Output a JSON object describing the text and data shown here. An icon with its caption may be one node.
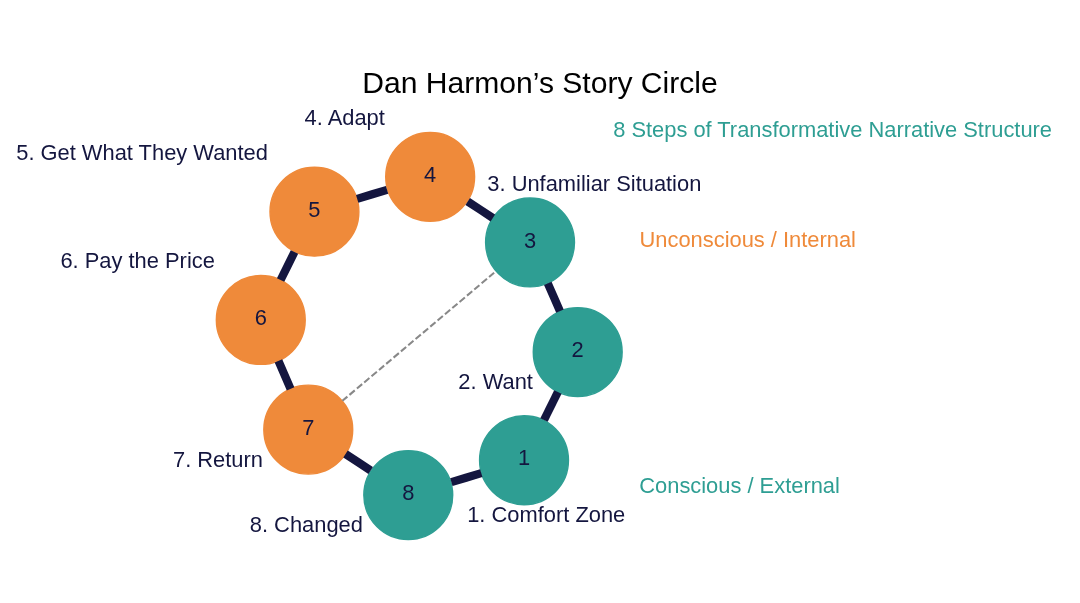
{
  "diagram": {
    "title": "Dan Harmon’s Story Circle",
    "nodes": [
      {
        "text": [
          "1"
        ],
        "beside": [
          "1. Comfort Zone"
        ]
      },
      {
        "text": [
          "2"
        ],
        "beside": [
          "2. Want"
        ]
      },
      {
        "text": [
          "3"
        ],
        "beside": [
          "3. Unfamiliar Situation"
        ]
      },
      {
        "text": [
          "4"
        ],
        "beside": [
          "4. Adapt"
        ]
      },
      {
        "text": [
          "5"
        ],
        "beside": [
          "5. Get What They Wanted"
        ]
      },
      {
        "text": [
          "6"
        ],
        "beside": [
          "6. Pay the Price"
        ]
      },
      {
        "text": [
          "7"
        ],
        "beside": [
          "7. Return"
        ]
      },
      {
        "text": [
          "8"
        ],
        "beside": [
          "8. Changed"
        ]
      }
    ],
    "edges": [
      {
        "from": 0,
        "to": 1,
        "arrow": "none"
      },
      {
        "from": 1,
        "to": 2,
        "arrow": "none"
      },
      {
        "from": 2,
        "to": 3,
        "arrow": "none"
      },
      {
        "from": 3,
        "to": 4,
        "arrow": "none"
      },
      {
        "from": 4,
        "to": 5,
        "arrow": "none"
      },
      {
        "from": 5,
        "to": 6,
        "arrow": "none"
      },
      {
        "from": 6,
        "to": 7,
        "arrow": "none"
      },
      {
        "from": 7,
        "to": 0,
        "arrow": "none"
      },
      {
        "from": 6,
        "to": 2,
        "arrow": "none",
        "style": "dashed",
        "color": "#888888"
      }
    ],
    "labels": [
      "8 Steps of Transformative Narrative Structure",
      "Conscious / External",
      "Unconscious / Internal"
    ]
  }
}
